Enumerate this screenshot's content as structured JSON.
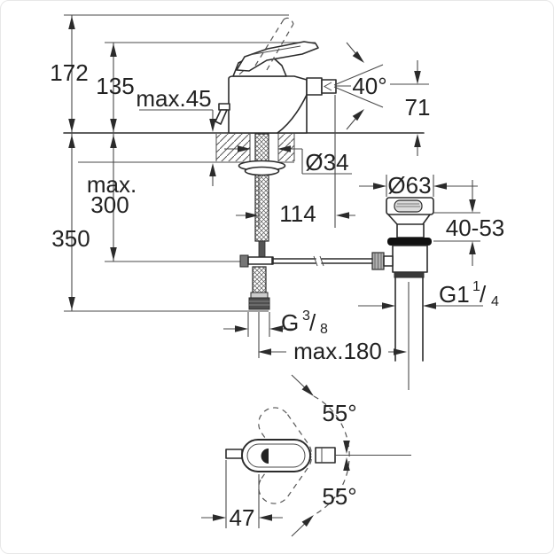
{
  "colors": {
    "background": "#ffffff",
    "frame": "#e7e7e7",
    "object_line": "#2b2b2b",
    "dimension_line": "#4a4a4a",
    "text": "#222222"
  },
  "drawing": {
    "subject": "single-lever bidet mixer with pop-up waste — installation dimension drawing",
    "views": [
      "side-elevation",
      "top-plan-view"
    ]
  },
  "labels": {
    "total_height": "172",
    "handle_height": "135",
    "deck_max_thickness": "max.45",
    "spray_angle": "40°",
    "spout_outlet_height": "71",
    "mounting_hole_diameter": "Ø34",
    "supply_clearance_word": "max.",
    "supply_clearance_value": "300",
    "hose_length": "350",
    "spout_projection": "114",
    "waste_flange_diameter": "Ø63",
    "waste_clamping_range": "40-53",
    "hose_thread_base": "G",
    "hose_thread_sup": "3",
    "hose_thread_slash": "/",
    "hose_thread_sub": "8",
    "waste_thread_base": "G1",
    "waste_thread_sup": "1",
    "waste_thread_slash": "/",
    "waste_thread_sub": "4",
    "rod_max_reach": "max.180",
    "handle_swivel_up": "55°",
    "handle_swivel_down": "55°",
    "handle_knob_offset": "47"
  }
}
